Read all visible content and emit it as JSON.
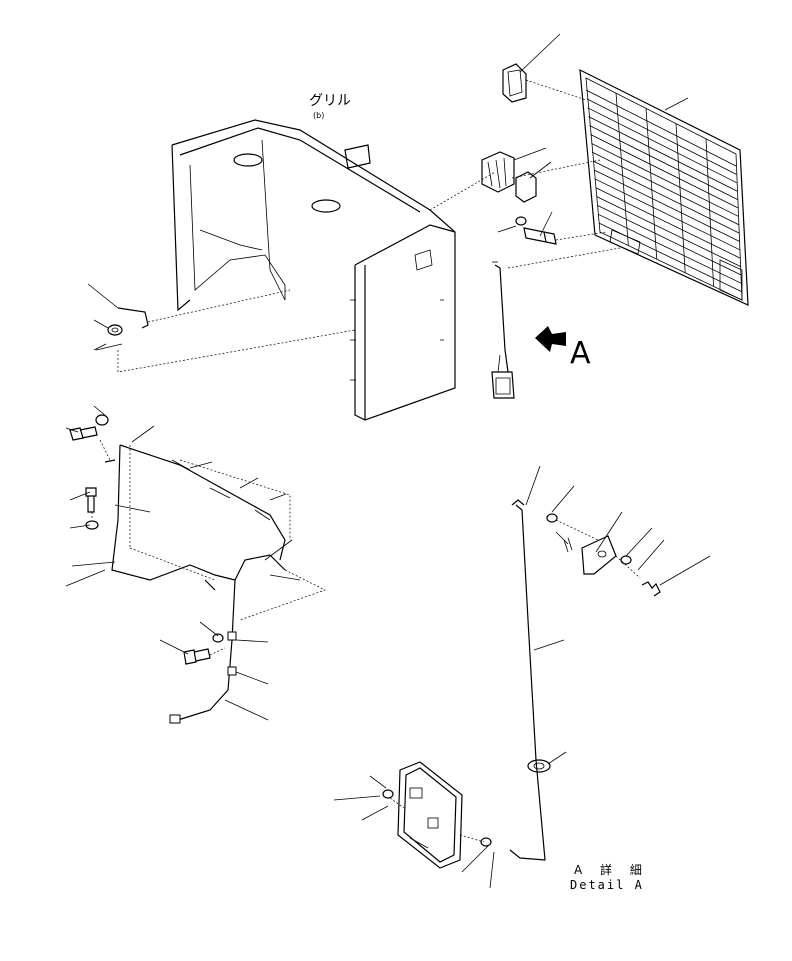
{
  "diagram": {
    "grill_label": "グリル",
    "grill_sublabel": "(b)",
    "view_letter": "A",
    "detail_label_jp": "A 詳 細",
    "detail_label_en": "Detail A"
  },
  "colors": {
    "ink": "#000000",
    "paper": "#ffffff"
  }
}
